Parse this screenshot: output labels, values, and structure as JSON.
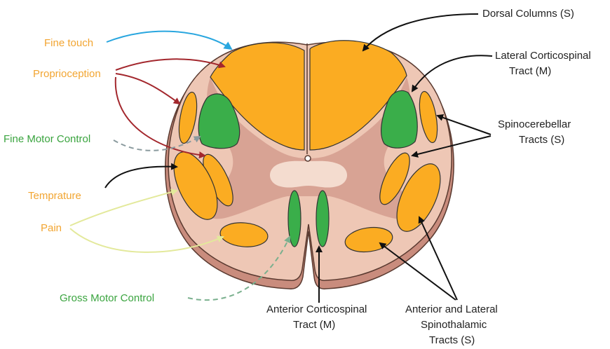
{
  "labels": {
    "left": {
      "fine_touch": "Fine touch",
      "proprioception": "Proprioception",
      "fine_motor": "Fine Motor Control",
      "temperature": "Temprature",
      "pain": "Pain",
      "gross_motor": "Gross Motor Control"
    },
    "right": {
      "dorsal_columns": "Dorsal Columns (S)",
      "lateral_cs_1": "Lateral Corticospinal",
      "lateral_cs_2": "Tract (M)",
      "spinocerebellar_1": "Spinocerebellar",
      "spinocerebellar_2": "Tracts (S)"
    },
    "bottom": {
      "anterior_cs_1": "Anterior Corticospinal",
      "anterior_cs_2": "Tract (M)",
      "spinothalamic_1": "Anterior and Lateral",
      "spinothalamic_2": "Spinothalamic",
      "spinothalamic_3": "Tracts (S)"
    }
  },
  "colors": {
    "sensory_text": "#f2a531",
    "motor_text": "#3aa43f",
    "dark_text": "#222222",
    "sensory_fill": "#fbac22",
    "motor_fill": "#3aae4a",
    "white_matter": "#eec7b5",
    "grey_matter": "#d8a394",
    "central_grey": "#f4dccf",
    "cord_rim": "#c98c7d",
    "fine_touch_arrow": "#29a6df",
    "proprioception_arrow": "#a3272d",
    "pain_temp_arrow": "#e8eda6",
    "fine_motor_arrow": "#8a9a9e",
    "gross_motor_arrow": "#7ab08e"
  }
}
